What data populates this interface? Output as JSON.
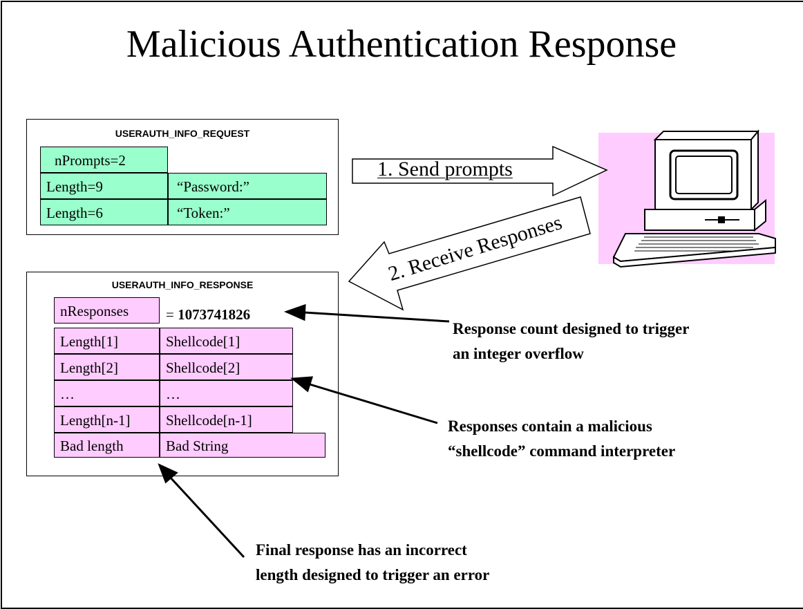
{
  "title": "Malicious Authentication Response",
  "request": {
    "label": "USERAUTH_INFO_REQUEST",
    "nprompts": "nPrompts=2",
    "rows": [
      {
        "length": "Length=9",
        "prompt": "“Password:”"
      },
      {
        "length": "Length=6",
        "prompt": "“Token:”"
      }
    ]
  },
  "response": {
    "label": "USERAUTH_INFO_RESPONSE",
    "nresponses_label": "nResponses",
    "nresponses_value_prefix": "= ",
    "nresponses_value": "1073741826",
    "rows": [
      {
        "length": "Length[1]",
        "data": "Shellcode[1]"
      },
      {
        "length": "Length[2]",
        "data": "Shellcode[2]"
      },
      {
        "length": "…",
        "data": "…"
      },
      {
        "length": "Length[n-1]",
        "data": "Shellcode[n-1]"
      },
      {
        "length": "Bad length",
        "data": "Bad String"
      }
    ]
  },
  "arrows": {
    "send": "1. Send prompts",
    "receive": "2. Receive Responses"
  },
  "notes": {
    "count_line1": "Response count designed to trigger",
    "count_line2": "an integer overflow",
    "shellcode_line1": "Responses contain a malicious",
    "shellcode_line2": "“shellcode” command interpreter",
    "final_line1": "Final response has an incorrect",
    "final_line2": "length designed to trigger an error"
  },
  "colors": {
    "request_cells": "#99ffcc",
    "response_cells": "#ffccff",
    "computer_background": "#ffccff"
  }
}
